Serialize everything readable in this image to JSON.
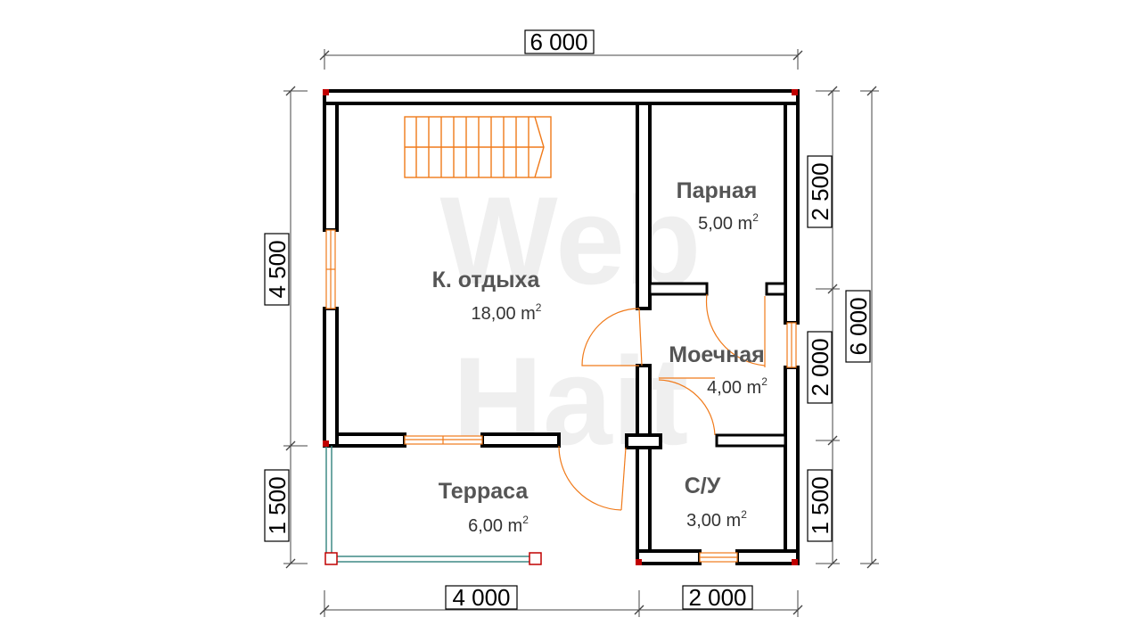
{
  "watermark": [
    "Web",
    "Hait"
  ],
  "dimensions": {
    "top_total": "6 000",
    "bottom_left": "4 000",
    "bottom_right": "2 000",
    "left_main": "4 500",
    "left_terrace": "1 500",
    "right_parnaya": "2 500",
    "right_moechnaya": "2 000",
    "right_su": "1 500",
    "right_total": "6 000"
  },
  "rooms": [
    {
      "id": "rest",
      "name": "К. отдыха",
      "area": "18,00 m",
      "unit_sup": "2"
    },
    {
      "id": "steam",
      "name": "Парная",
      "area": "5,00 m",
      "unit_sup": "2"
    },
    {
      "id": "wash",
      "name": "Моечная",
      "area": "4,00 m",
      "unit_sup": "2"
    },
    {
      "id": "terrace",
      "name": "Терраса",
      "area": "6,00 m",
      "unit_sup": "2"
    },
    {
      "id": "wc",
      "name": "С/У",
      "area": "3,00 m",
      "unit_sup": "2"
    }
  ],
  "colors": {
    "walls": "#000000",
    "doors_windows": "#f07a1a",
    "railing": "#3f8a86",
    "corners": "#c00000",
    "room_text": "#555555"
  }
}
